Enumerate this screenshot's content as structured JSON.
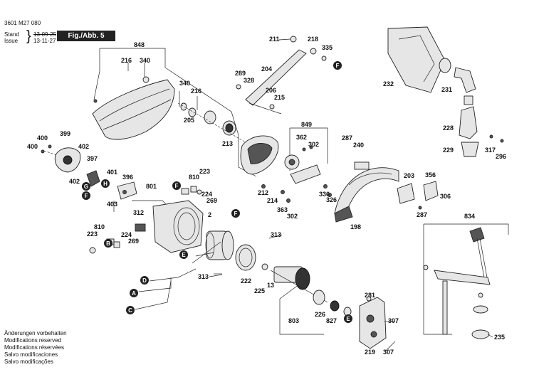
{
  "header": {
    "doc_number": "3601 M27 080",
    "stand_label": "Stand",
    "issue_label": "Issue",
    "stand_date_old": "13-09-25",
    "issue_date": "13-11-27",
    "figure_label": "Fig./Abb. 5"
  },
  "footer": {
    "lines": [
      "Änderungen vorbehalten",
      "Modifications reserved",
      "Modifications réservées",
      "Salvo modificaciones",
      "Salvo modificações"
    ]
  },
  "connectors": [
    "A",
    "B",
    "C",
    "D",
    "E",
    "F",
    "G",
    "H"
  ],
  "part_numbers": [
    "848",
    "216",
    "340",
    "340",
    "216",
    "205",
    "213",
    "400",
    "399",
    "400",
    "402",
    "397",
    "402",
    "401",
    "396",
    "403",
    "801",
    "810",
    "223",
    "224",
    "269",
    "312",
    "2",
    "810",
    "223",
    "224",
    "269",
    "313",
    "313",
    "222",
    "225",
    "13",
    "803",
    "226",
    "827",
    "211",
    "218",
    "335",
    "289",
    "328",
    "204",
    "206",
    "215",
    "849",
    "362",
    "302",
    "212",
    "214",
    "363",
    "302",
    "336",
    "326",
    "287",
    "240",
    "203",
    "356",
    "306",
    "287",
    "198",
    "232",
    "231",
    "228",
    "229",
    "317",
    "296",
    "834",
    "235",
    "281",
    "307",
    "307",
    "219"
  ]
}
